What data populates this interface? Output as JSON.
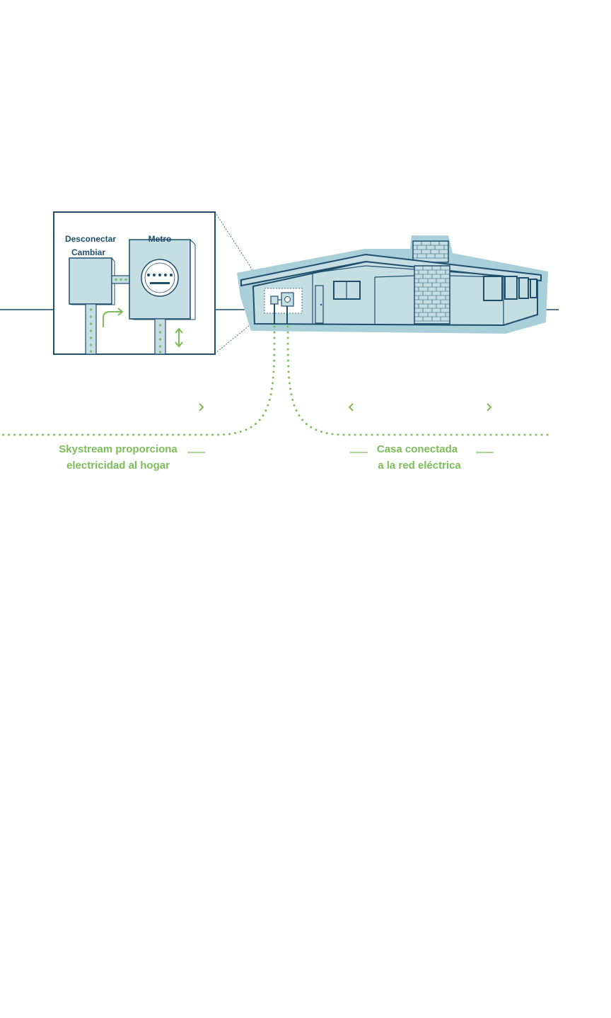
{
  "inset": {
    "disconnect_label_line1": "Desconectar",
    "disconnect_label_line2": "Cambiar",
    "meter_label": "Metro"
  },
  "captions": {
    "left_line1": "Skystream proporciona",
    "left_line2": "electricidad al hogar",
    "right_line1": "Casa conectada",
    "right_line2": "a la red eléctrica"
  },
  "colors": {
    "navy": "#1f4e6b",
    "house_fill": "#c4dee4",
    "halo": "#a9cfd8",
    "green": "#7cbc5a"
  }
}
